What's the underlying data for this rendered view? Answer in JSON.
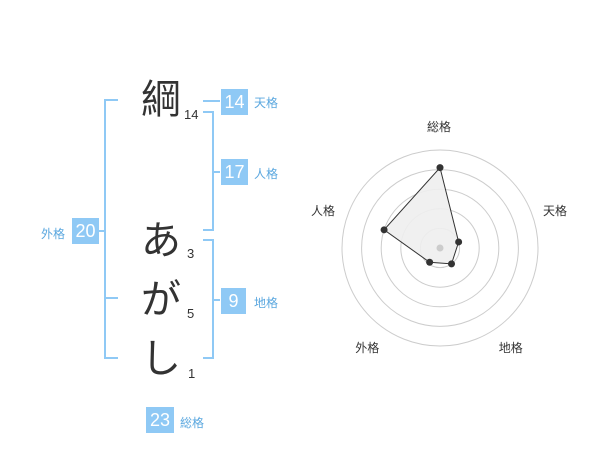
{
  "name": {
    "chars": [
      {
        "char": "綱",
        "strokes": "14"
      },
      {
        "char": "あ",
        "strokes": "3"
      },
      {
        "char": "が",
        "strokes": "5"
      },
      {
        "char": "し",
        "strokes": "1"
      }
    ]
  },
  "kakusu": {
    "tenkaku": {
      "value": "14",
      "label": "天格"
    },
    "jinkaku": {
      "value": "17",
      "label": "人格"
    },
    "chikaku": {
      "value": "9",
      "label": "地格"
    },
    "gaikaku": {
      "value": "20",
      "label": "外格"
    },
    "soukaku": {
      "value": "23",
      "label": "総格"
    }
  },
  "colors": {
    "accent": "#8fc9f5",
    "bracket": "#8fc9f5",
    "label": "#5aa7df",
    "text": "#333333",
    "radar_ring": "#cccccc",
    "radar_fill": "#eeeeee",
    "radar_line": "#333333"
  },
  "chart_data": {
    "type": "radar",
    "axes": [
      "総格",
      "天格",
      "地格",
      "外格",
      "人格"
    ],
    "values": [
      0.82,
      0.2,
      0.2,
      0.18,
      0.6
    ],
    "rings": 5,
    "range": [
      0,
      1
    ]
  }
}
